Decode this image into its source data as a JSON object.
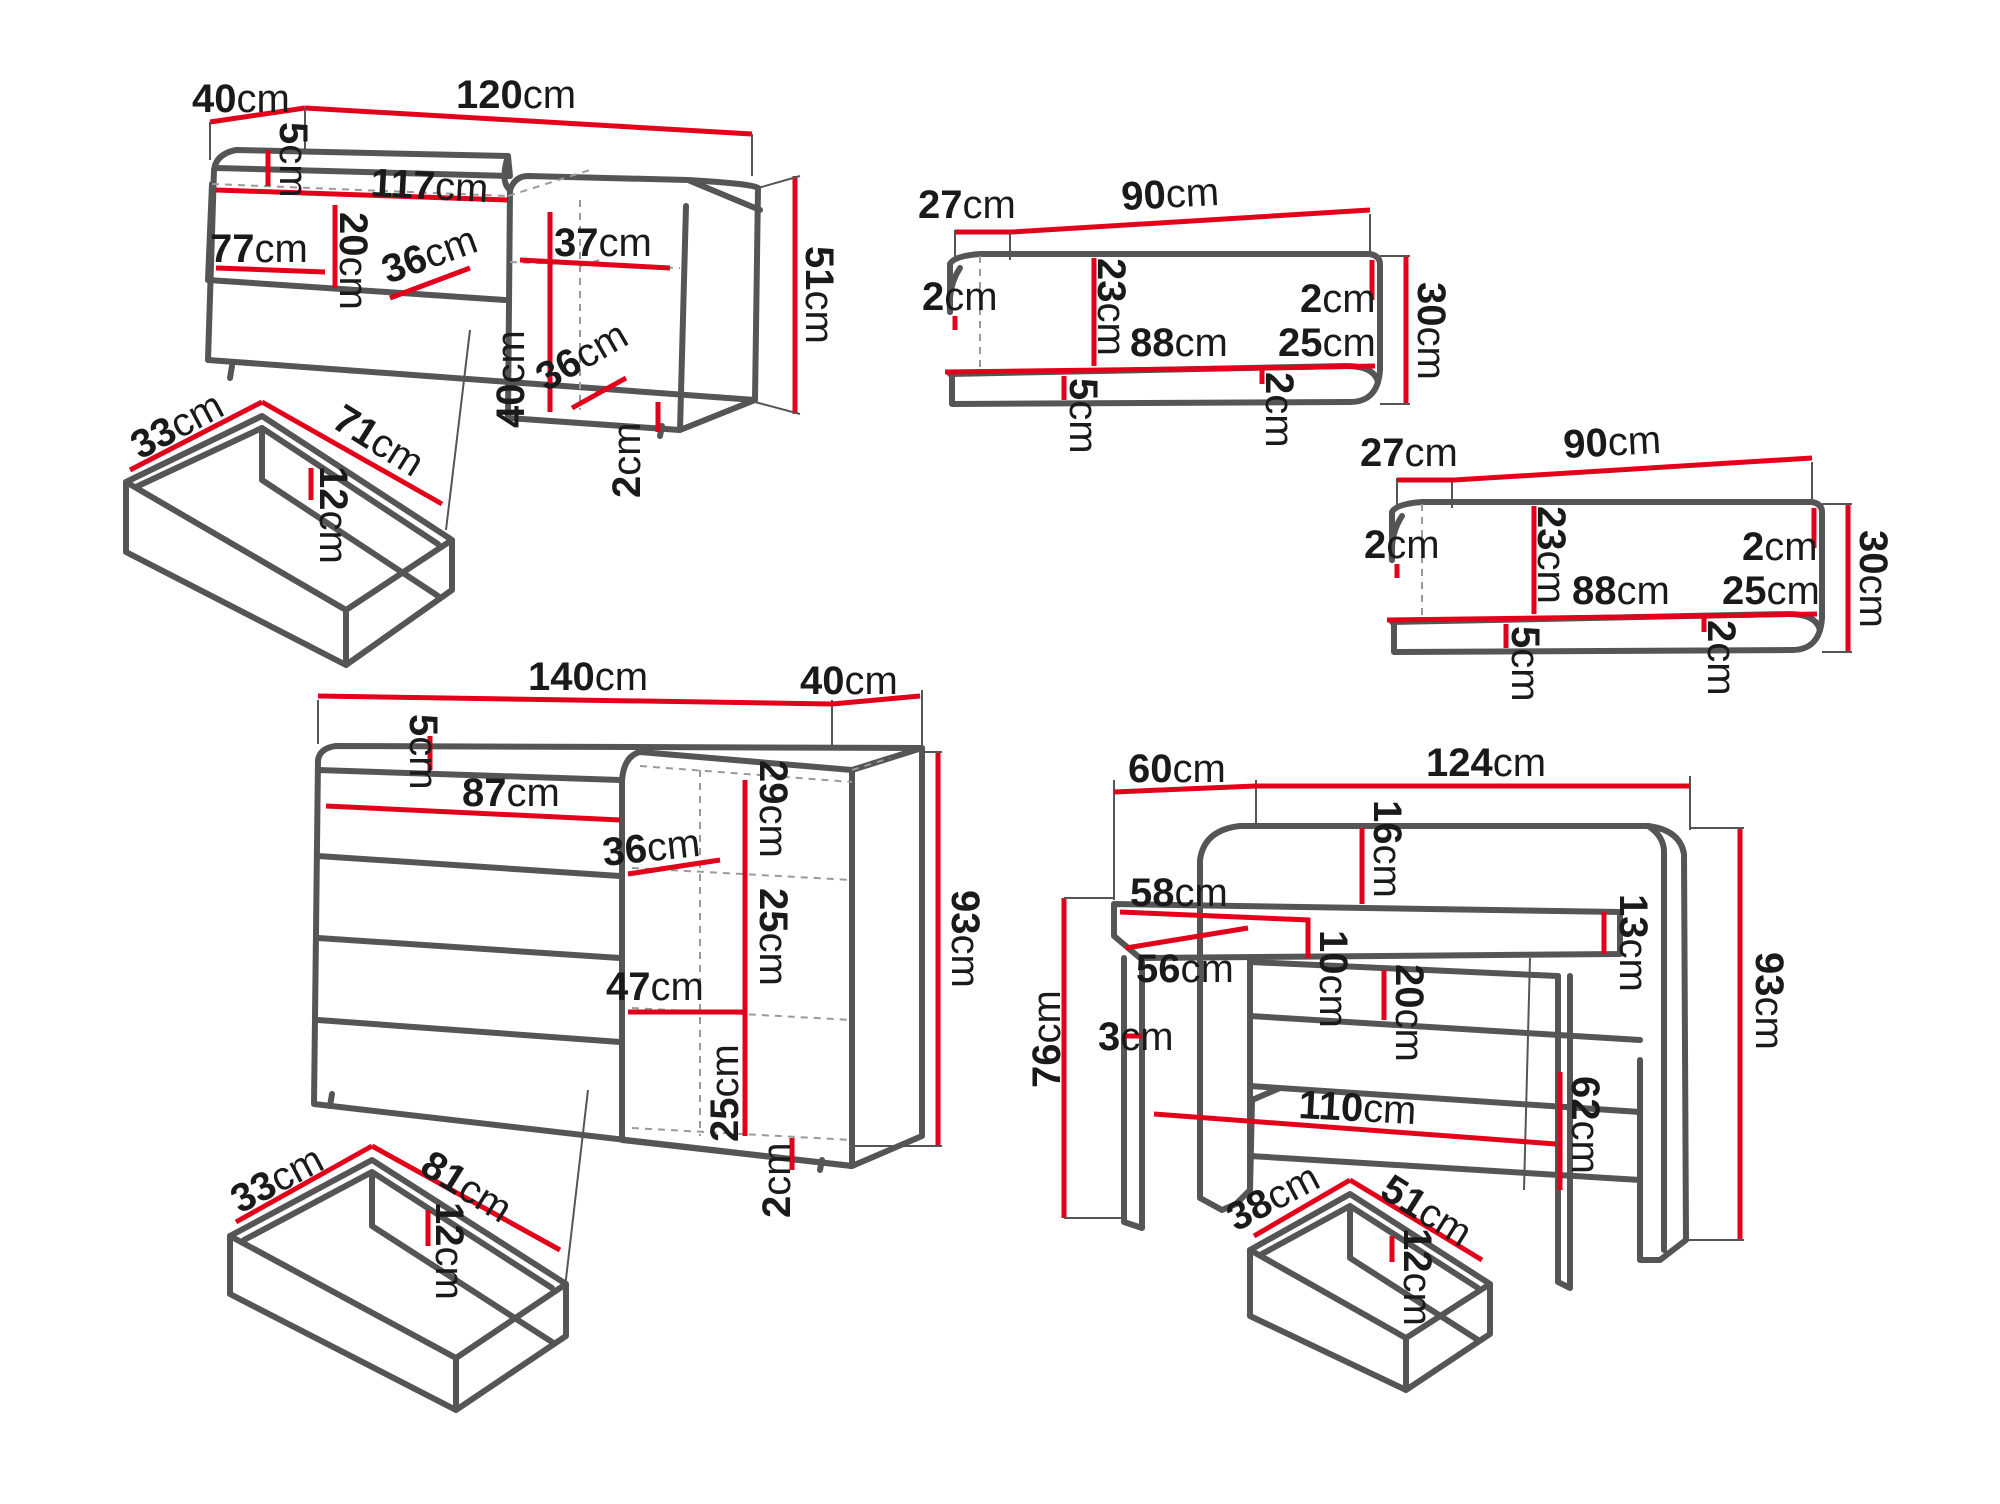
{
  "colors": {
    "outline": "#555555",
    "dimension": "#e3001b",
    "text": "#1a1a1a",
    "background": "#ffffff"
  },
  "unit": "cm",
  "lowboard": {
    "depth": "40",
    "width": "120",
    "shelf_height": "5",
    "inner_width": "117",
    "left_width": "77",
    "compartment_height": "20",
    "shelf_depth": "36",
    "door_width": "37",
    "height": "51",
    "door_height": "40",
    "door_depth": "36",
    "leg_height": "2"
  },
  "lowboard_drawer": {
    "depth": "33",
    "width": "71",
    "height": "12"
  },
  "shelf_1": {
    "depth": "27",
    "width": "90",
    "side_thickness": "2",
    "inner_height": "23",
    "right_side": "2",
    "height": "30",
    "inner_width": "88",
    "right_depth": "25",
    "bottom_thickness": "5",
    "back_thickness": "2"
  },
  "shelf_2": {
    "depth": "27",
    "width": "90",
    "side_thickness": "2",
    "inner_height": "23",
    "right_side": "2",
    "height": "30",
    "inner_width": "88",
    "right_depth": "25",
    "bottom_thickness": "5",
    "back_thickness": "2"
  },
  "commode": {
    "width": "140",
    "depth": "40",
    "top_thickness": "5",
    "open_width": "87",
    "compartment_top": "29",
    "shelf_depth_top": "36",
    "compartment_mid": "25",
    "shelf_depth_mid": "47",
    "compartment_bottom": "25",
    "height": "93",
    "leg_height": "2"
  },
  "commode_drawer": {
    "depth": "33",
    "width": "81",
    "height": "12"
  },
  "desk": {
    "depth": "60",
    "width": "124",
    "upper_height": "16",
    "top_depth": "58",
    "inner_depth": "56",
    "drawer_front": "10",
    "side_thickness": "3",
    "desk_height": "76",
    "drawer_height": "13",
    "shelf_gap": "20",
    "leg_span": "110",
    "inner_height": "62",
    "height": "93"
  },
  "desk_drawer": {
    "depth": "38",
    "width": "51",
    "height": "12"
  }
}
